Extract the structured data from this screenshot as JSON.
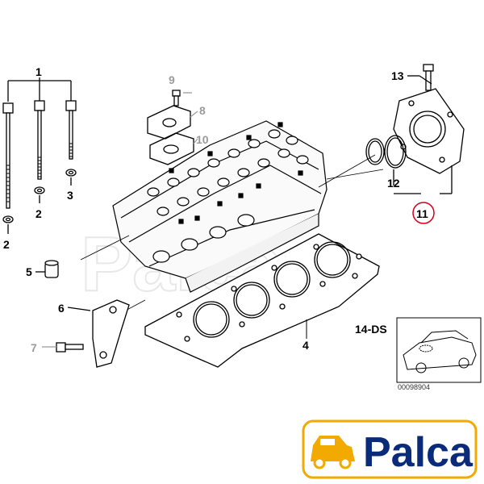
{
  "callouts": {
    "c1": "1",
    "c2a": "2",
    "c2b": "2",
    "c3": "3",
    "c4": "4",
    "c5": "5",
    "c6": "6",
    "c7": "7",
    "c8": "8",
    "c9": "9",
    "c10": "10",
    "c11": "11",
    "c12": "12",
    "c13": "13",
    "c14": "14-DS"
  },
  "reference_number": "00098904",
  "watermark": "Palca",
  "brand": {
    "name": "Palca",
    "primary_color": "#0a2a7a",
    "accent_color": "#f2a900"
  },
  "highlight_color": "#d0021b"
}
